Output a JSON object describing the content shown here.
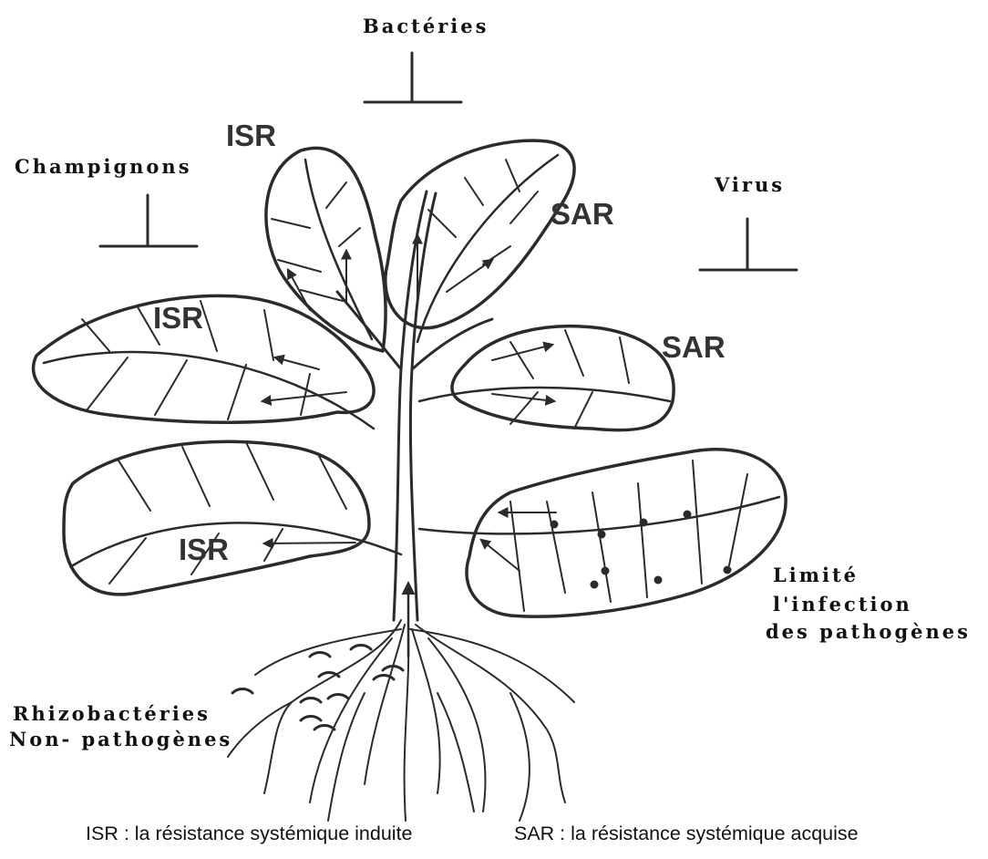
{
  "pathogens": {
    "bacteria": "Bactéries",
    "fungi": "Champignons",
    "virus": "Virus"
  },
  "leaf_labels": {
    "isr_top": "ISR",
    "isr_left_upper": "ISR",
    "isr_left_lower": "ISR",
    "sar_top": "SAR",
    "sar_right": "SAR"
  },
  "annotations": {
    "limit_line1": "Limité",
    "limit_line2": "l'infection",
    "limit_line3": "des pathogènes",
    "rhizo_line1": "Rhizobactéries",
    "rhizo_line2": "Non- pathogènes"
  },
  "legend": {
    "isr": "ISR : la résistance systémique induite",
    "sar": "SAR : la résistance systémique acquise"
  }
}
